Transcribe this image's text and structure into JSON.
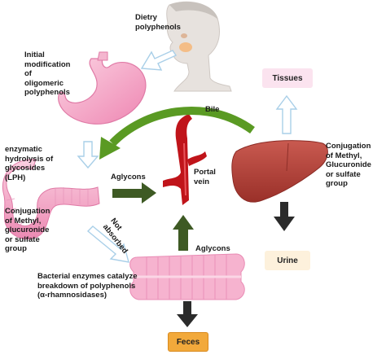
{
  "labels": {
    "dietary": "Dietry\npolyphenols",
    "initial_modification": "Initial\nmodification\nof\noligomeric\npolyphenols",
    "bile": "Bile",
    "tissues": "Tissues",
    "enzymatic_hydrolysis": "enzymatic\nhydrolysis of\nglycosides\n(LPH)",
    "conjugation_small_intestine": "Conjugation\nof Methyl,\nglucuronide\nor sulfate\ngroup",
    "aglycons_top": "Aglycons",
    "portal_vein": "Portal\nvein",
    "conjugation_liver": "Conjugation\nof Methyl,\nGlucuronide\nor sulfate\ngroup",
    "not_absorbed": "Not\nabsorbed",
    "aglycons_bottom": "Aglycons",
    "urine": "Urine",
    "bacterial_enzymes": "Bacterial enzymes catalyze\nbreakdown of polyphenols\n(α-rhamnosidases)",
    "feces": "Feces"
  },
  "colors": {
    "tissues_box": "#fbe3ef",
    "urine_box": "#fdf1dc",
    "feces_box": "#f2a93b",
    "bile_arrow": "#5a9a23",
    "aglycon_arrow": "#3e5a24",
    "output_arrow": "#2b2b2b",
    "hollow_arrow": "#a9cfe8",
    "organ_pink": "#f4a8c8",
    "liver": "#b5433c",
    "vein": "#c0141a"
  }
}
